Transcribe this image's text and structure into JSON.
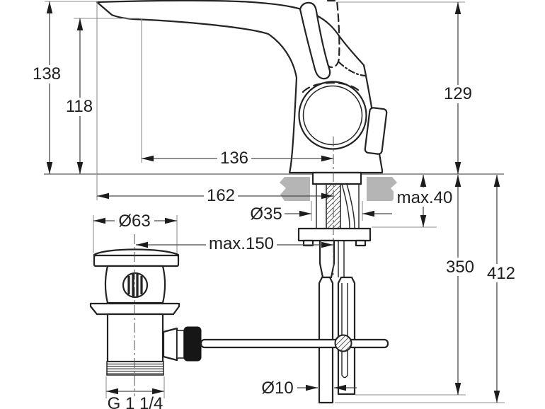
{
  "drawing": {
    "kind": "technical-dimension-drawing",
    "subject": "single-lever basin mixer faucet with pop-up waste drain",
    "dimensions": {
      "overall_height": "138",
      "spout_outlet_height": "118",
      "body_height_above_deck": "129",
      "spout_reach": "136",
      "tip_reach": "162",
      "max_deck_thickness": "max.40",
      "waste_plug_diameter": "Ø63",
      "mounting_hole_diameter": "Ø35",
      "max_rod_offset": "max.150",
      "hose_length": "350",
      "rod_length": "412",
      "rod_diameter": "Ø10",
      "waste_thread": "G 1 1/4"
    },
    "colors": {
      "line": "#232323",
      "dimension_line": "#4a4a4a",
      "reference_line": "#8f8f8f",
      "counter_fill": "#b5b5b5",
      "background": "#ffffff"
    }
  }
}
